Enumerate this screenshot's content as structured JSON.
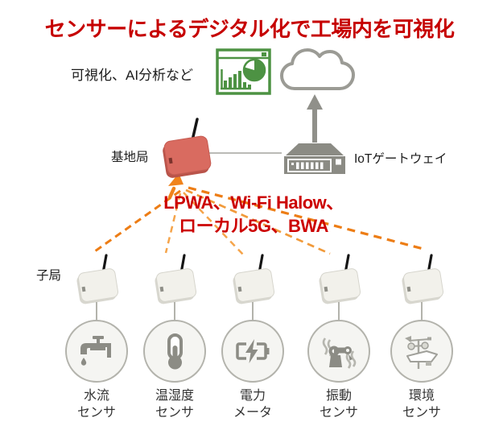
{
  "title": "センサーによるデジタル化で工場内を可視化",
  "cloud_section": {
    "analysis_label": "可視化、AI分析など",
    "analytics_icon": "chart-window-icon",
    "cloud_icon": "cloud-icon"
  },
  "network": {
    "base_station_label": "基地局",
    "gateway_label": "IoTゲートウェイ",
    "child_station_label": "子局",
    "protocols_line1": "LPWA、Wi-Fi Halow、",
    "protocols_line2": "ローカル5G、BWA"
  },
  "sensors": [
    {
      "icon": "faucet-icon",
      "label_line1": "水流",
      "label_line2": "センサ"
    },
    {
      "icon": "thermometer-icon",
      "label_line1": "温湿度",
      "label_line2": "センサ"
    },
    {
      "icon": "battery-bolt-icon",
      "label_line1": "電力",
      "label_line2": "メータ"
    },
    {
      "icon": "robot-arm-vibration-icon",
      "label_line1": "振動",
      "label_line2": "センサ"
    },
    {
      "icon": "weather-station-icon",
      "label_line1": "環境",
      "label_line2": "センサ"
    }
  ],
  "colors": {
    "title_red": "#c60000",
    "protocol_red": "#cc0000",
    "link_orange": "#ed7d15",
    "link_orange_light": "#f5a44a",
    "base_station_red": "#d96b60",
    "device_gray": "#8b8b84",
    "chart_green": "#4d9243"
  }
}
